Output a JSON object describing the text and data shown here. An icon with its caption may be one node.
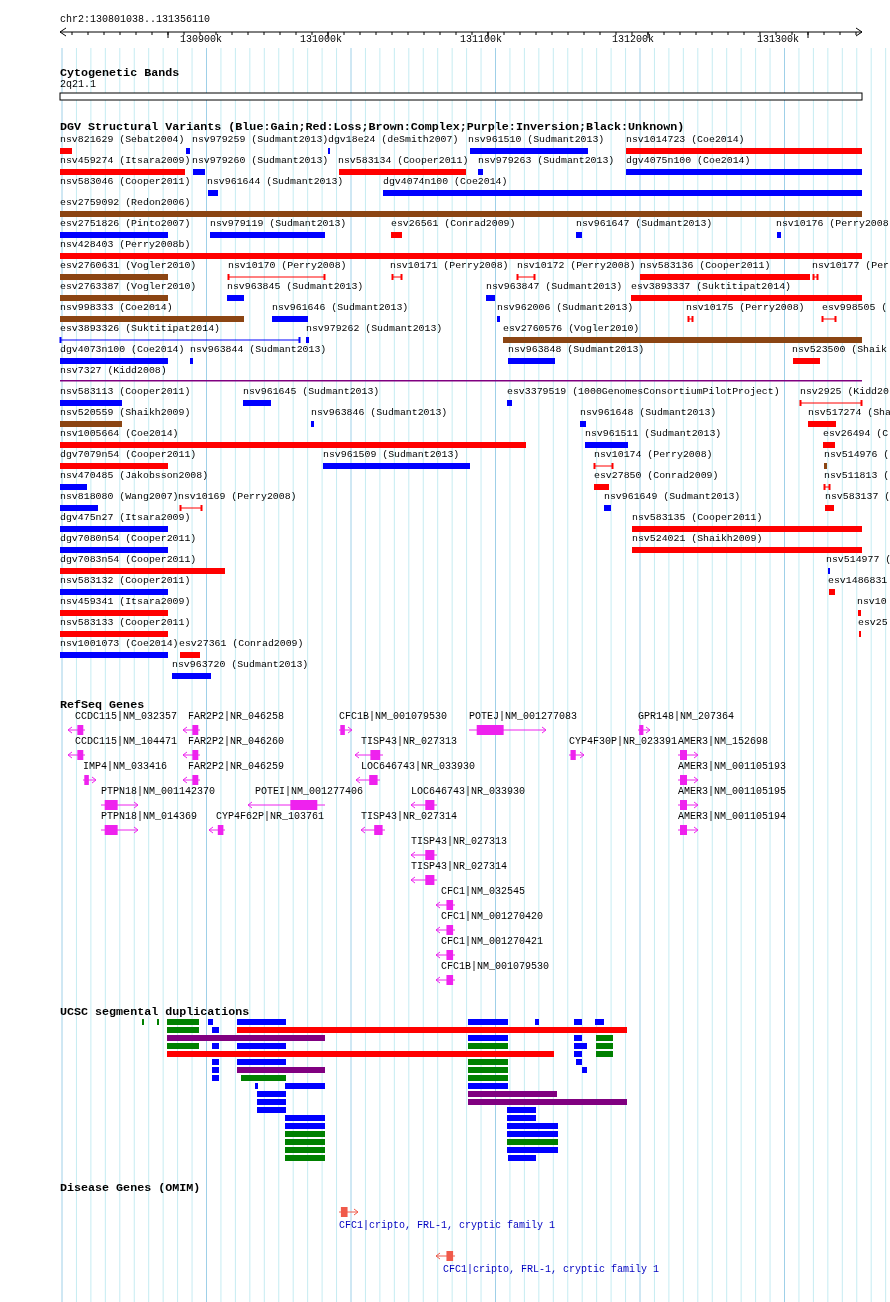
{
  "diagram": {
    "labels": [
      "chr2:130801038..131356110",
      "130900k",
      "131000k",
      "131100k",
      "131200k",
      "131300k",
      "Cytogenetic Bands",
      "2q21.1",
      "DGV Structural Variants (Blue:Gain;Red:Loss;Brown:Complex;Purple:Inversion;Black:Unknown)",
      "nsv821629 (Sebat2004)",
      "nsv979259 (Sudmant2013)",
      "dgv18e24 (deSmith2007)",
      "nsv961510 (Sudmant2013)",
      "nsv1014723 (Coe2014)",
      "nsv459274 (Itsara2009)",
      "nsv979260 (Sudmant2013)",
      "nsv583134 (Cooper2011)",
      "nsv979263 (Sudmant2013)",
      "dgv4075n100 (Coe2014)",
      "nsv583046 (Cooper2011)",
      "nsv961644 (Sudmant2013)",
      "dgv4074n100 (Coe2014)",
      "esv2759092 (Redon2006)",
      "esv2751826 (Pinto2007)",
      "nsv979119 (Sudmant2013)",
      "esv26561 (Conrad2009)",
      "nsv961647 (Sudmant2013)",
      "nsv10176 (Perry2008",
      "nsv428403 (Perry2008b)",
      "esv2760631 (Vogler2010)",
      "nsv10170 (Perry2008)",
      "nsv10171 (Perry2008)",
      "nsv10172 (Perry2008)",
      "nsv583136 (Cooper2011)",
      "nsv10177 (Per",
      "esv2763387 (Vogler2010)",
      "nsv963845 (Sudmant2013)",
      "nsv963847 (Sudmant2013)",
      "esv3893337 (Suktitipat2014)",
      "nsv998333 (Coe2014)",
      "nsv961646 (Sudmant2013)",
      "nsv962006 (Sudmant2013)",
      "nsv10175 (Perry2008)",
      "esv998505 (",
      "esv3893326 (Suktitipat2014)",
      "nsv979262 (Sudmant2013)",
      "esv2760576 (Vogler2010)",
      "dgv4073n100 (Coe2014)",
      "nsv963844 (Sudmant2013)",
      "nsv963848 (Sudmant2013)",
      "nsv523500 (Shaik",
      "nsv7327 (Kidd2008)",
      "nsv583113 (Cooper2011)",
      "nsv961645 (Sudmant2013)",
      "esv3379519 (1000GenomesConsortiumPilotProject)",
      "nsv2925 (Kidd20",
      "nsv520559 (Shaikh2009)",
      "nsv963846 (Sudmant2013)",
      "nsv961648 (Sudmant2013)",
      "nsv517274 (Sha",
      "nsv1005664 (Coe2014)",
      "nsv961511 (Sudmant2013)",
      "esv26494 (C",
      "dgv7079n54 (Cooper2011)",
      "nsv961509 (Sudmant2013)",
      "nsv10174 (Perry2008)",
      "nsv514976 (",
      "nsv470485 (Jakobsson2008)",
      "esv27850 (Conrad2009)",
      "nsv511813 (",
      "nsv818080 (Wang2007)",
      "nsv10169 (Perry2008)",
      "nsv961649 (Sudmant2013)",
      "nsv583137 (",
      "dgv475n27 (Itsara2009)",
      "nsv583135 (Cooper2011)",
      "dgv7080n54 (Cooper2011)",
      "nsv524021 (Shaikh2009)",
      "dgv7083n54 (Cooper2011)",
      "nsv514977 (",
      "nsv583132 (Cooper2011)",
      "esv1486831",
      "nsv459341 (Itsara2009)",
      "nsv10",
      "nsv583133 (Cooper2011)",
      "esv25",
      "nsv1001073 (Coe2014)",
      "esv27361 (Conrad2009)",
      "nsv963720 (Sudmant2013)",
      "RefSeq Genes",
      "CCDC115|NM_032357",
      "FAR2P2|NR_046258",
      "CFC1B|NM_001079530",
      "POTEJ|NM_001277083",
      "GPR148|NM_207364",
      "CCDC115|NM_104471",
      "FAR2P2|NR_046260",
      "TISP43|NR_027313",
      "CYP4F30P|NR_023391",
      "AMER3|NM_152698",
      "IMP4|NM_033416",
      "FAR2P2|NR_046259",
      "LOC646743|NR_033930",
      "AMER3|NM_001105193",
      "PTPN18|NM_001142370",
      "POTEI|NM_001277406",
      "LOC646743|NR_033930",
      "AMER3|NM_001105195",
      "PTPN18|NM_014369",
      "CYP4F62P|NR_103761",
      "TISP43|NR_027314",
      "AMER3|NM_001105194",
      "TISP43|NR_027313",
      "TISP43|NR_027314",
      "CFC1|NM_032545",
      "CFC1|NM_001270420",
      "CFC1|NM_001270421",
      "CFC1B|NM_001079530",
      "UCSC segmental duplications",
      "Disease Genes (OMIM)",
      "CFC1|cripto, FRL-1, cryptic family 1",
      "CFC1|cripto, FRL-1, cryptic family 1"
    ]
  }
}
